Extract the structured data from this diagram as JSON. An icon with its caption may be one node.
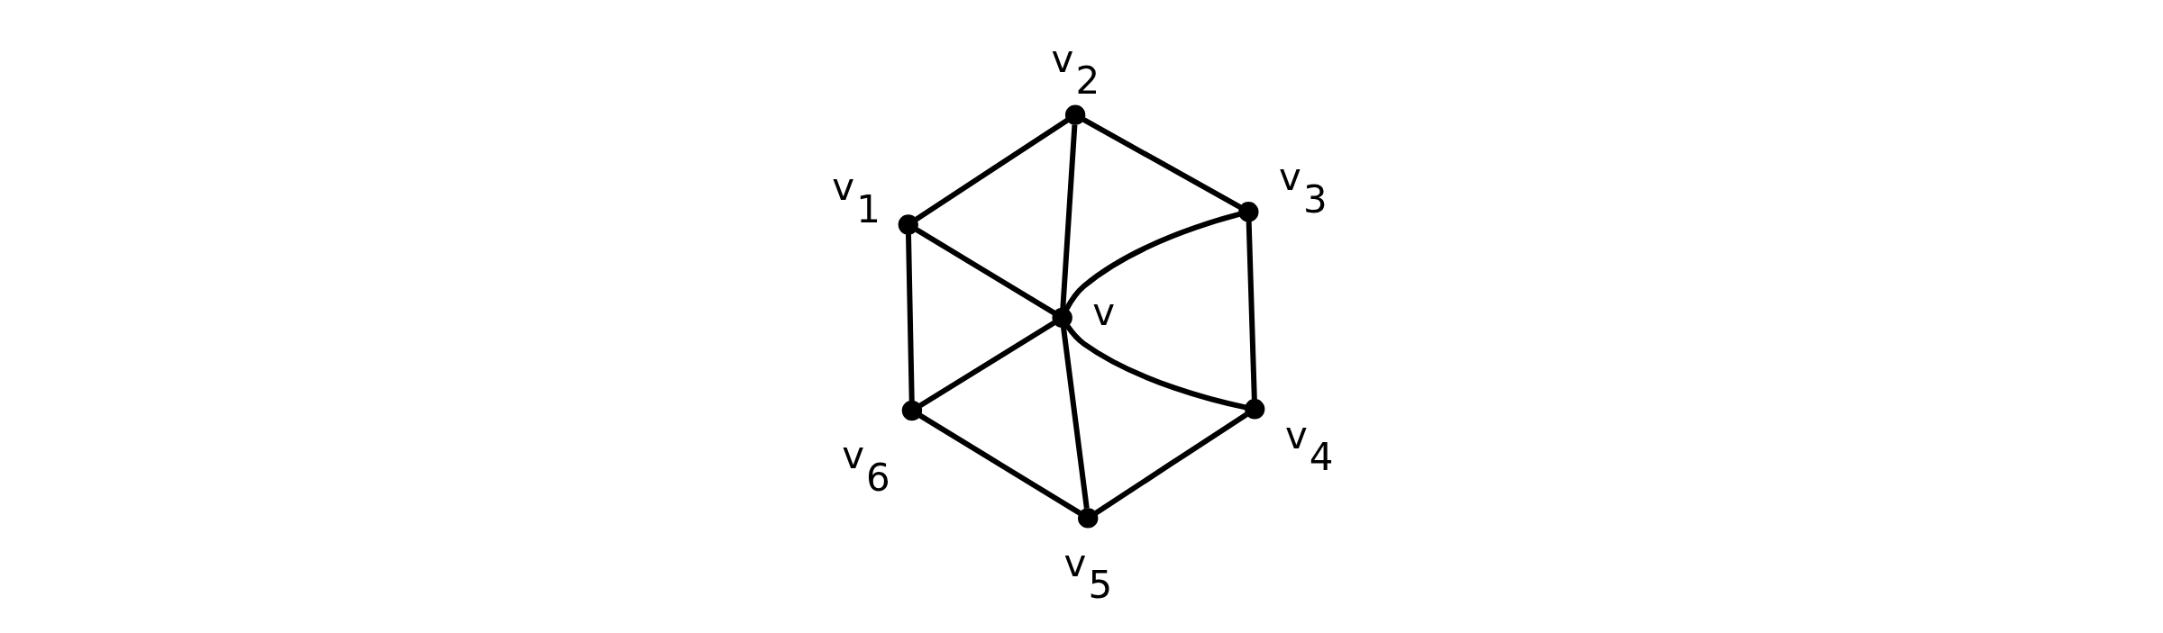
{
  "diagram": {
    "nodes": [
      {
        "text": [],
        "shape": "circle",
        "beside": [
          "v$_{1}$"
        ]
      },
      {
        "text": [],
        "shape": "circle",
        "beside": [
          "v$_{6}$"
        ]
      },
      {
        "text": [],
        "shape": "circle",
        "beside": [
          "v$_{2}$"
        ]
      },
      {
        "text": [],
        "shape": "circle",
        "beside": [
          "v"
        ]
      },
      {
        "text": [],
        "shape": "circle",
        "beside": [
          "v$_{5}$"
        ]
      },
      {
        "text": [],
        "shape": "circle",
        "beside": [
          "v$_{3}$"
        ]
      },
      {
        "text": [],
        "shape": "circle",
        "beside": [
          "v$_{4}$"
        ]
      }
    ],
    "edges": [
      {
        "from": 0,
        "to": 1,
        "arrow": "none"
      },
      {
        "from": 0,
        "to": 2,
        "arrow": "none"
      },
      {
        "from": 0,
        "to": 3,
        "arrow": "none"
      },
      {
        "from": 1,
        "to": 3,
        "arrow": "none"
      },
      {
        "from": 1,
        "to": 4,
        "arrow": "none"
      },
      {
        "from": 2,
        "to": 3,
        "arrow": "none"
      },
      {
        "from": 2,
        "to": 5,
        "arrow": "none"
      },
      {
        "from": 5,
        "to": 3,
        "arrow": "none"
      },
      {
        "from": 5,
        "to": 6,
        "arrow": "none"
      },
      {
        "from": 6,
        "to": 3,
        "arrow": "none"
      },
      {
        "from": 6,
        "to": 4,
        "arrow": "none"
      },
      {
        "from": 4,
        "to": 3,
        "arrow": "none"
      }
    ]
  }
}
